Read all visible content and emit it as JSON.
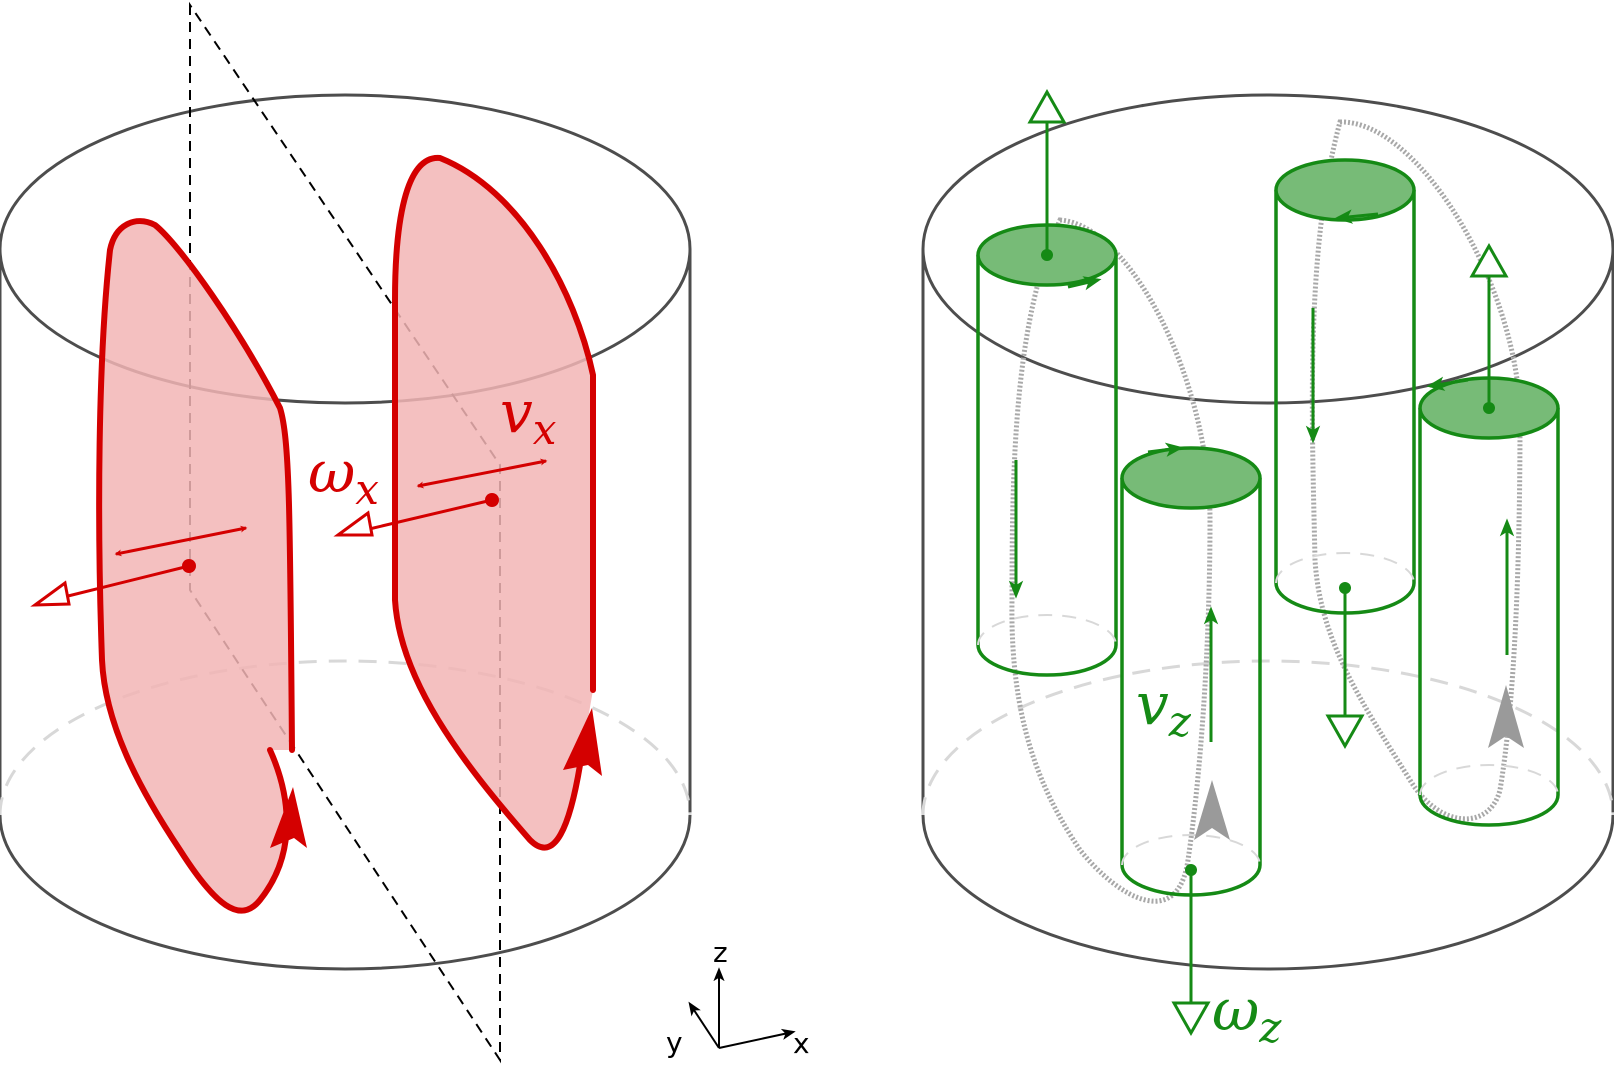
{
  "colors": {
    "outline": "#4d4d4d",
    "red": "#d40000",
    "red_fill": "#f2b5b5",
    "green": "#158a15",
    "green_fill": "#77bb77",
    "grey": "#9a9a9a",
    "grey_light": "#d8d8d8",
    "black": "#000000"
  },
  "left_panel": {
    "omega_label": {
      "symbol": "ω",
      "subscript": "x"
    },
    "velocity_label": {
      "symbol": "v",
      "subscript": "x"
    }
  },
  "right_panel": {
    "velocity_label": {
      "symbol": "v",
      "subscript": "z"
    },
    "omega_label": {
      "symbol": "ω",
      "subscript": "z"
    }
  },
  "axes": {
    "z": "z",
    "y": "y",
    "x": "x"
  }
}
